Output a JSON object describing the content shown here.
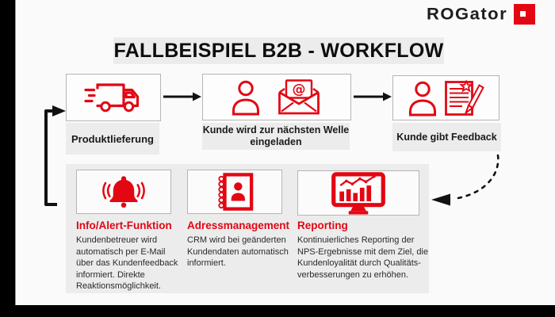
{
  "brand": {
    "logo_text": "ROGator",
    "colors": {
      "brand_red": "#e30613",
      "ink": "#1a1a1a",
      "panel_gray": "#ececec",
      "frame_black": "#000000"
    }
  },
  "title": "FALLBEISPIEL B2B - WORKFLOW",
  "steps": [
    {
      "icon": "delivery-truck-icon",
      "label": "Produktlieferung"
    },
    {
      "icon": "customer-email-invite-icon",
      "label": "Kunde wird zur nächsten Welle\neingeladen"
    },
    {
      "icon": "customer-feedback-form-icon",
      "label": "Kunde gibt Feedback"
    }
  ],
  "features": [
    {
      "icon": "alert-bell-icon",
      "heading": "Info/Alert-Funktion",
      "body": "Kundenbetreuer wird\nautomatisch per E-Mail\nüber das Kundenfeedback\ninformiert. Direkte\nReaktionsmöglichkeit."
    },
    {
      "icon": "address-book-icon",
      "heading": "Adressmanagement",
      "body": "CRM wird bei geänderten\nKundendaten automatisch\ninformiert."
    },
    {
      "icon": "reporting-dashboard-icon",
      "heading": "Reporting",
      "body": "Kontinuierliches Reporting der\nNPS-Ergebnisse mit dem Ziel, die\nKundenloyalität durch Qualitäts-\nverbesserungen zu erhöhen."
    }
  ]
}
